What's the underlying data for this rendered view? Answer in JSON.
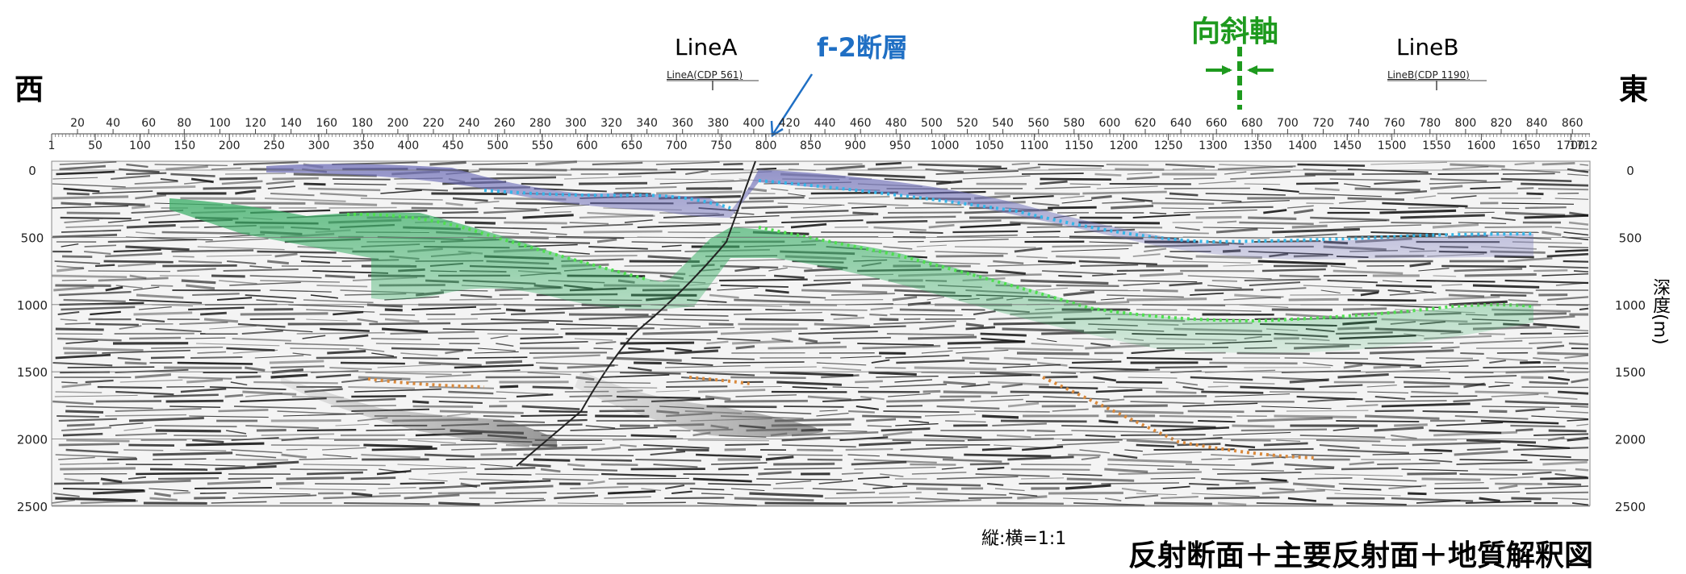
{
  "directions": {
    "west": "西",
    "east": "東"
  },
  "line_a": {
    "title": "LineA",
    "sub": "LineA(CDP 561)"
  },
  "line_b": {
    "title": "LineB",
    "sub": "LineB(CDP 1190)"
  },
  "fault": {
    "label": "f-2断層"
  },
  "syncline": {
    "label": "向斜軸"
  },
  "scale_top_ticks": [
    "20",
    "40",
    "60",
    "80",
    "100",
    "120",
    "140",
    "160",
    "180",
    "200",
    "220",
    "240",
    "260",
    "280",
    "300",
    "320",
    "340",
    "360",
    "380",
    "400",
    "420",
    "440",
    "460",
    "480",
    "500",
    "520",
    "540",
    "560",
    "580",
    "600",
    "620",
    "640",
    "660",
    "680",
    "700",
    "720",
    "740",
    "760",
    "780",
    "800",
    "820",
    "840",
    "860"
  ],
  "scale_bottom_ticks": [
    "1",
    "50",
    "100",
    "150",
    "200",
    "250",
    "300",
    "350",
    "400",
    "450",
    "500",
    "550",
    "600",
    "650",
    "700",
    "750",
    "800",
    "850",
    "900",
    "950",
    "1000",
    "1050",
    "1100",
    "1150",
    "1200",
    "1250",
    "1300",
    "1350",
    "1400",
    "1450",
    "1500",
    "1550",
    "1600",
    "1650",
    "1700"
  ],
  "scale_end_label": "1712",
  "depth_ticks": [
    "0",
    "500",
    "1000",
    "1500",
    "2000",
    "2500"
  ],
  "depth_axis_label": "深度(m)",
  "scale_ratio": "縦:横=1:1",
  "caption": "反射断面＋主要反射面＋地質解釈図",
  "colors": {
    "fault": "#1f6fc4",
    "syncline": "#1e9a1e",
    "upper_layer": "#6f6fb8",
    "middle_layer": "#3fb06a",
    "horizon_blue": "#35b6e8",
    "horizon_green": "#4fe04f",
    "horizon_orange": "#d9893c"
  }
}
